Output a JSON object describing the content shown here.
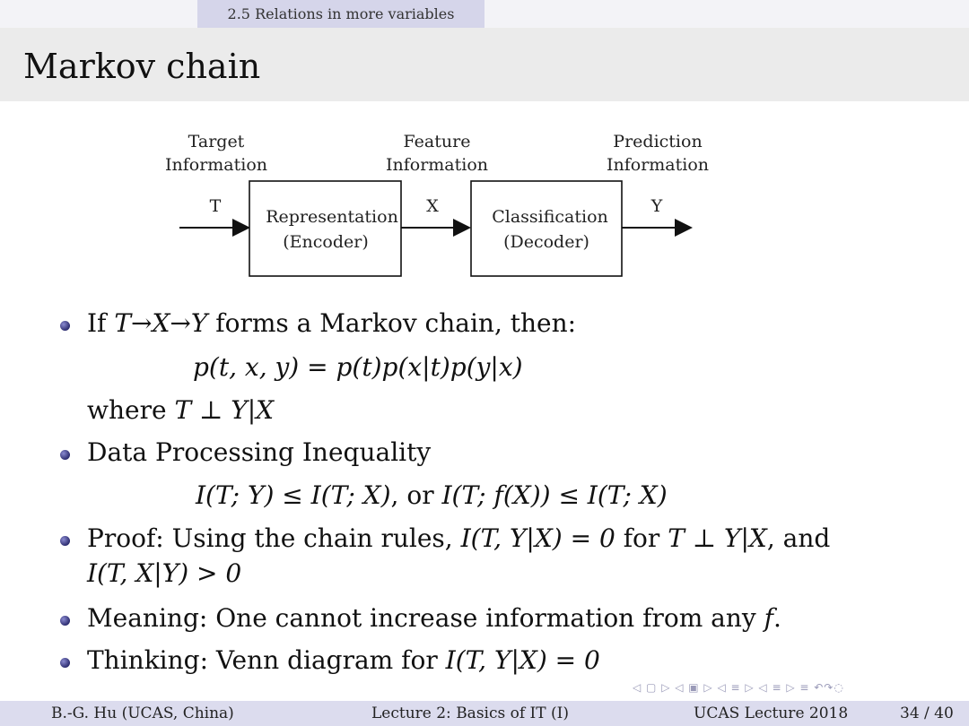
{
  "header": {
    "section": "2.5 Relations in more variables"
  },
  "slide": {
    "title": "Markov chain"
  },
  "diagram": {
    "top_labels": {
      "target_line1": "Target",
      "target_line2": "Information",
      "feature_line1": "Feature",
      "feature_line2": "Information",
      "prediction_line1": "Prediction",
      "prediction_line2": "Information"
    },
    "signals": {
      "t": "T",
      "x": "X",
      "y": "Y"
    },
    "encoder": {
      "line1": "Representation",
      "line2": "(Encoder)"
    },
    "decoder": {
      "line1": "Classification",
      "line2": "(Decoder)"
    }
  },
  "content": {
    "b1_text1": "If ",
    "b1_math": "T→X→Y",
    "b1_text2": " forms a Markov chain, then:",
    "eq1": "p(t, x, y) = p(t)p(x|t)p(y|x)",
    "where_text": "where ",
    "where_math": "T ⊥ Y|X",
    "b2_text": "Data Processing Inequality",
    "eq2_a": "I(T; Y) ≤ I(T; X)",
    "eq2_or": ", or ",
    "eq2_b": "I(T; f(X)) ≤ I(T; X)",
    "b3_text1": "Proof: Using the chain rules, ",
    "b3_math1": "I(T, Y|X) = 0",
    "b3_text2": " for ",
    "b3_math2": "T ⊥ Y|X",
    "b3_text3": ", and",
    "b3_math3": "I(T, X|Y) > 0",
    "b4_text1": "Meaning: One cannot increase information from any ",
    "b4_math": "f",
    "b4_text2": ".",
    "b5_text1": "Thinking: Venn diagram for ",
    "b5_math": "I(T, Y|X) = 0"
  },
  "footer": {
    "author": "B.-G. Hu  (UCAS, China)",
    "lecture": "Lecture 2:  Basics of IT (I)",
    "venue": "UCAS Lecture 2018",
    "page": "34 / 40"
  },
  "nav": {
    "symbols": "◁ ▢ ▷  ◁ ▣ ▷  ◁ ≡ ▷  ◁ ≡ ▷   ≡   ↶↷◌"
  }
}
